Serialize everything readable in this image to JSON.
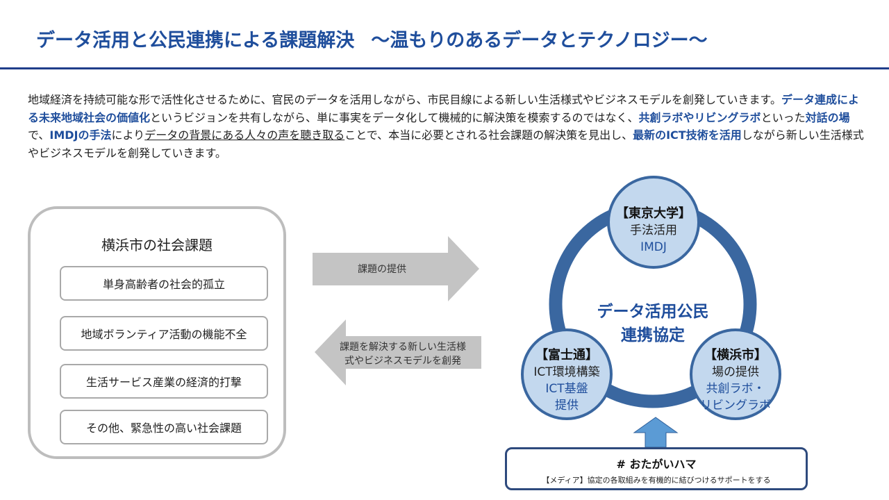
{
  "header": {
    "title": "データ活用と公民連携による課題解決",
    "subtitle": "〜温もりのあるデータとテクノロジー〜"
  },
  "intro": {
    "s1": "地域経済を持続可能な形で活性化させるために、官民のデータを活用しながら、市民目線による新しい生活様式やビジネスモデルを創発していきます。",
    "s2_bold": "データ連成による未来地域社会の価値化",
    "s3": "というビジョンを共有しながら、単に事実をデータ化して機械的に解決策を模索するのではなく、",
    "s4_bold": "共創ラボやリビングラボ",
    "s5": "といった",
    "s6_bold": "対話の場",
    "s7": "で、",
    "s8_bold": "IMDJの手法",
    "s9": "により",
    "s10_underline": "データの背景にある人々の声を聴き取る",
    "s11": "ことで、本当に必要とされる社会課題の解決策を見出し、",
    "s12_bold": "最新のICT技術を活用",
    "s13": "しながら新しい生活様式やビジネスモデルを創発していきます。"
  },
  "issues": {
    "title": "横浜市の社会課題",
    "items": [
      "単身高齢者の社会的孤立",
      "地域ボランティア活動の機能不全",
      "生活サービス産業の経済的打撃",
      "その他、緊急性の高い社会課題"
    ]
  },
  "arrows": {
    "right_label": "課題の提供",
    "left_label_1": "課題を解決する新しい生活様",
    "left_label_2": "式やビジネスモデルを創発"
  },
  "cycle": {
    "center_1": "データ活用公民",
    "center_2": "連携協定",
    "tokyo": {
      "heading": "【東京大学】",
      "line1": "手法活用",
      "line2": "IMDJ"
    },
    "fujitsu": {
      "heading": "【富士通】",
      "line1": "ICT環境構築",
      "line2": "ICT基盤",
      "line3": "提供"
    },
    "yokohama": {
      "heading": "【横浜市】",
      "line1": "場の提供",
      "line2": "共創ラボ・",
      "line3": "リビングラボ"
    }
  },
  "media": {
    "title": "# おたがいハマ",
    "desc": "【メディア】協定の各取組みを有機的に結びつけるサポートをする"
  },
  "colors": {
    "accent": "#1f4e9c",
    "ring": "#3a67a0",
    "circle_fill": "#c3d8ee",
    "arrow_gray": "#c4c4c4",
    "up_arrow": "#5b9bd5"
  }
}
